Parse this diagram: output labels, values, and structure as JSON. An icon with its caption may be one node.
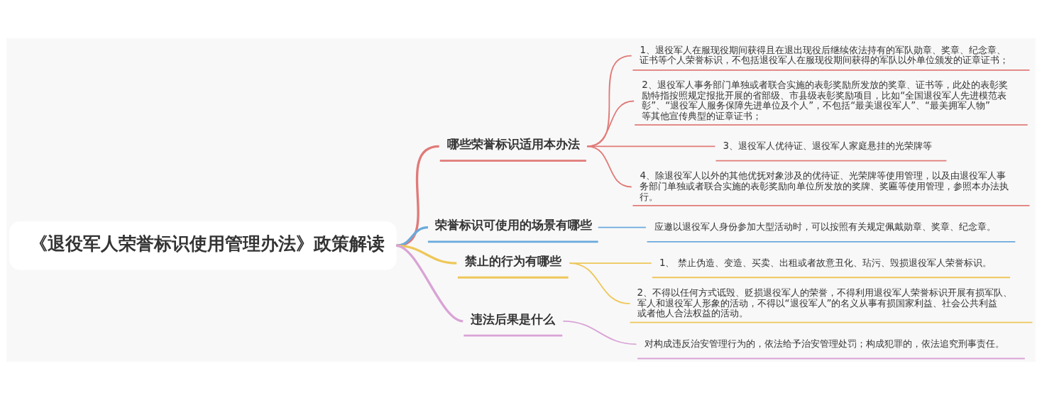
{
  "diagram": {
    "nodes": [
      {
        "text": [
          "《退役军人荣誉标识使用管理办法》政策解读"
        ]
      },
      {
        "text": [
          "哪些荣誉标识适用本办法"
        ]
      },
      {
        "text": [
          "1、退役军人在服现役期间获得且在退出现役后继续依法持有的军队勋章、奖章、纪念章、证书等个人荣誉标识，不包括退役军人在服现役期间获得的军队以外单位颁发的证章证书；"
        ]
      },
      {
        "text": [
          "2、退役军人事务部门单独或者联合实施的表彰奖励所发放的奖章、证书等，此处的表彰奖励特指按照规定报批开展的省部级、市县级表彰奖励项目，比如“全国退役军人先进模范表彰”、“退役军人服务保障先进单位及个人”，不包括“最美退役军人”、“最美拥军人物”等其他宣传典型的证章证书；"
        ]
      },
      {
        "text": [
          "3、退役军人优待证、退役军人家庭悬挂的光荣牌等"
        ]
      },
      {
        "text": [
          "4、除退役军人以外的其他优抚对象涉及的优待证、光荣牌等使用管理，以及由退役军人事务部门单独或者联合实施的表彰奖励向单位所发放的奖牌、奖匾等使用管理，参照本办法执行。"
        ]
      },
      {
        "text": [
          "荣誉标识可使用的场景有哪些"
        ]
      },
      {
        "text": [
          "应邀以退役军人身份参加大型活动时，可以按照有关规定佩戴勋章、奖章、纪念章。"
        ]
      },
      {
        "text": [
          "禁止的行为有哪些"
        ]
      },
      {
        "text": [
          "1、 禁止伪造、变造、买卖、出租或者故意丑化、玷污、毁损退役军人荣誉标识。"
        ]
      },
      {
        "text": [
          "2、不得以任何方式诋毁、贬损退役军人的荣誉，不得利用退役军人荣誉标识开展有损军队、军人和退役军人形象的活动，不得以“退役军人”的名义从事有损国家利益、社会公共利益或者他人合法权益的活动。"
        ]
      },
      {
        "text": [
          "违法后果是什么"
        ]
      },
      {
        "text": [
          "对构成违反治安管理行为的，依法给予治安管理处罚；构成犯罪的，依法追究刑事责任。"
        ]
      }
    ],
    "edges": [
      {
        "from": 0,
        "to": 1,
        "arrow": "none",
        "color": "#e07b78"
      },
      {
        "from": 1,
        "to": 2,
        "arrow": "none",
        "color": "#e07b78"
      },
      {
        "from": 1,
        "to": 3,
        "arrow": "none",
        "color": "#e07b78"
      },
      {
        "from": 1,
        "to": 4,
        "arrow": "none",
        "color": "#e07b78"
      },
      {
        "from": 1,
        "to": 5,
        "arrow": "none",
        "color": "#e07b78"
      },
      {
        "from": 0,
        "to": 6,
        "arrow": "none",
        "color": "#6aa9dc"
      },
      {
        "from": 6,
        "to": 7,
        "arrow": "none",
        "color": "#6aa9dc"
      },
      {
        "from": 0,
        "to": 8,
        "arrow": "none",
        "color": "#eec759"
      },
      {
        "from": 8,
        "to": 9,
        "arrow": "none",
        "color": "#eec759"
      },
      {
        "from": 8,
        "to": 10,
        "arrow": "none",
        "color": "#eec759"
      },
      {
        "from": 0,
        "to": 11,
        "arrow": "none",
        "color": "#d9a3d6"
      },
      {
        "from": 11,
        "to": 12,
        "arrow": "none",
        "color": "#d9a3d6"
      }
    ]
  }
}
